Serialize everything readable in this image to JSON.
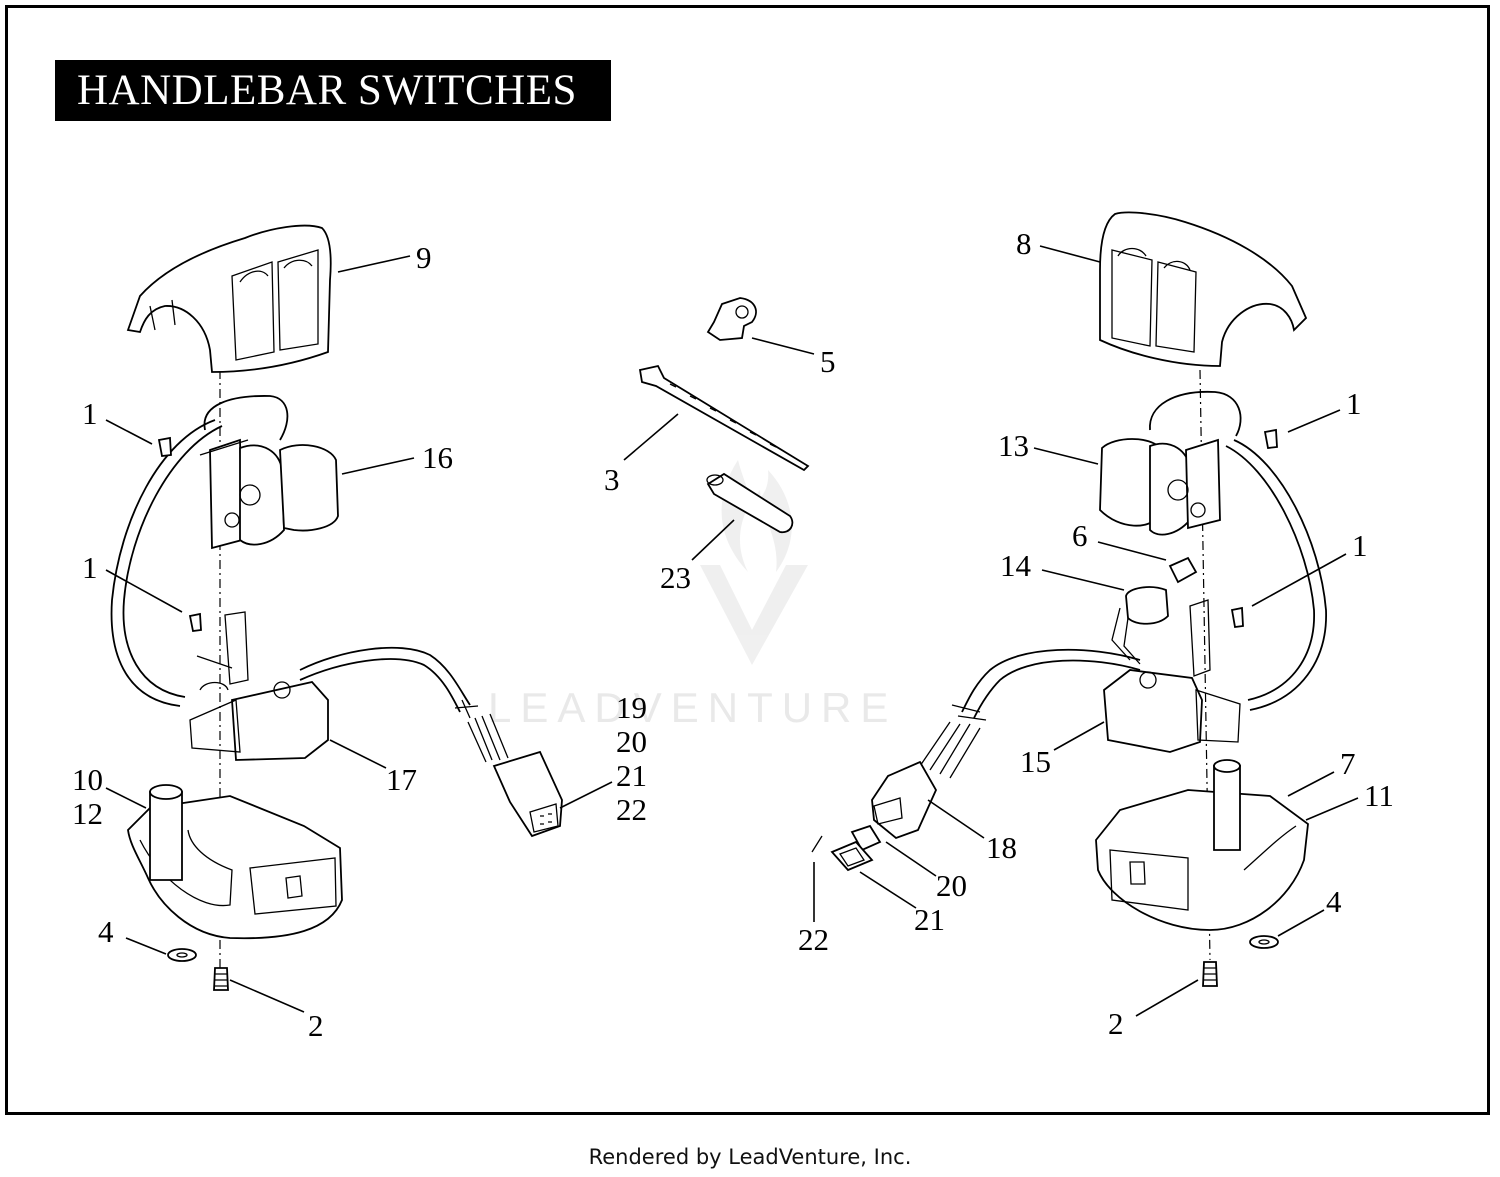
{
  "title": "HANDLEBAR SWITCHES",
  "footer": "Rendered by LeadVenture, Inc.",
  "watermark": "LEADVENTURE",
  "callouts": {
    "c9": "9",
    "c8": "8",
    "c5": "5",
    "c3": "3",
    "c23": "23",
    "c1a": "1",
    "c1b": "1",
    "c1c": "1",
    "c1d": "1",
    "c16": "16",
    "c13": "13",
    "c6": "6",
    "c14": "14",
    "c17": "17",
    "c15": "15",
    "c19a": "19",
    "c20a": "20",
    "c21a": "21",
    "c22a": "22",
    "c10": "10",
    "c12": "12",
    "c7": "7",
    "c11": "11",
    "c18": "18",
    "c20b": "20",
    "c21b": "21",
    "c22b": "22",
    "c4a": "4",
    "c4b": "4",
    "c2a": "2",
    "c2b": "2"
  }
}
